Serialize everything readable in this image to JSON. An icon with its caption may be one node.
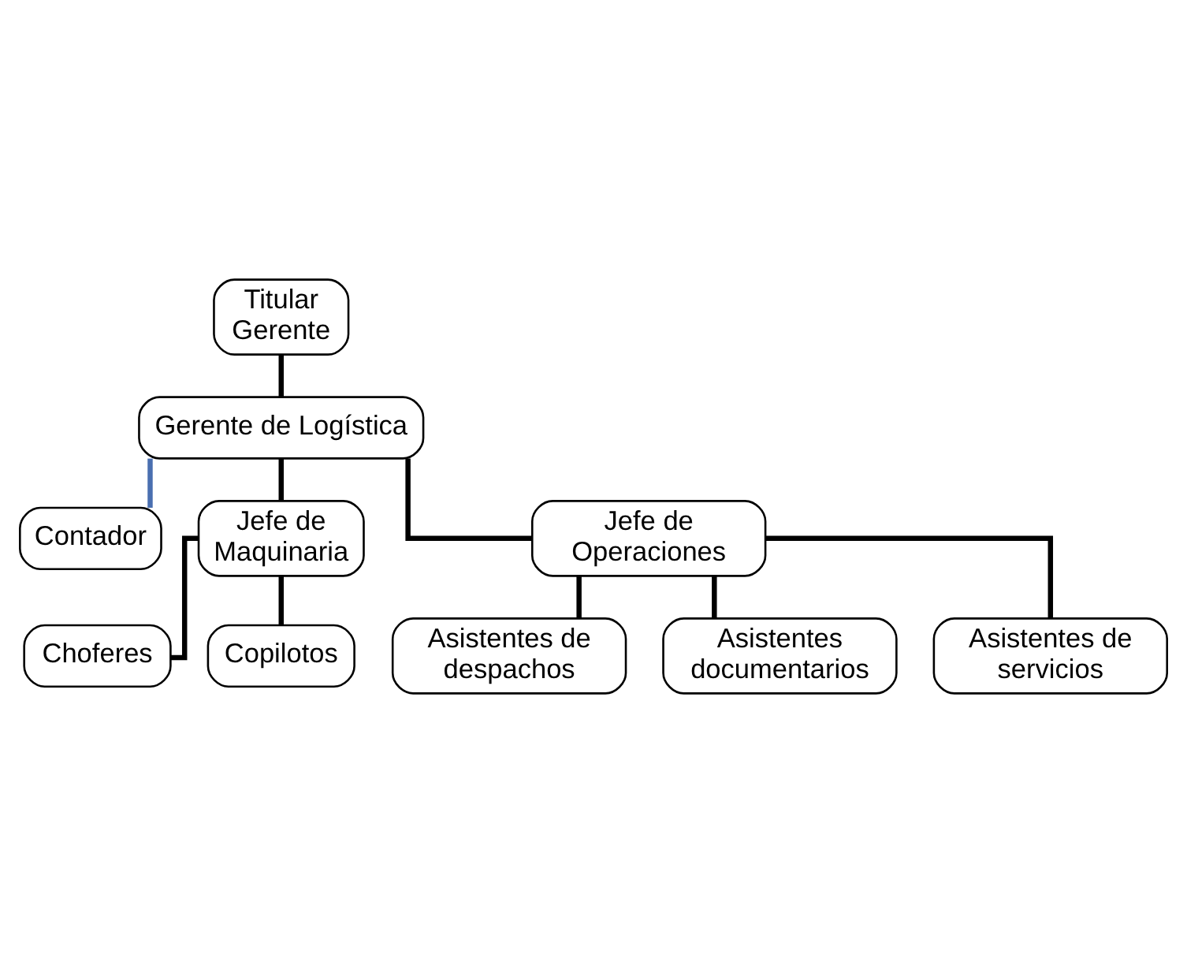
{
  "diagram": {
    "nodes": [
      {
        "text": [
          "Titular Gerente"
        ]
      },
      {
        "text": [
          "Gerente de Logística"
        ]
      },
      {
        "text": [
          "Contador"
        ]
      },
      {
        "text": [
          "Jefe de Maquinaria"
        ]
      },
      {
        "text": [
          "Jefe de Operaciones"
        ]
      },
      {
        "text": [
          "Choferes"
        ]
      },
      {
        "text": [
          "Copilotos"
        ]
      },
      {
        "text": [
          "Asistentes de despachos"
        ]
      },
      {
        "text": [
          "Asistentes documentarios"
        ]
      },
      {
        "text": [
          "Asistentes de servicios"
        ]
      }
    ],
    "edges": [
      {
        "from": 0,
        "to": 1,
        "arrow": "none"
      },
      {
        "from": 1,
        "to": 2,
        "arrow": "none",
        "color": "#4a6fb0"
      },
      {
        "from": 1,
        "to": 3,
        "arrow": "none"
      },
      {
        "from": 1,
        "to": 4,
        "arrow": "none"
      },
      {
        "from": 3,
        "to": 5,
        "arrow": "none"
      },
      {
        "from": 3,
        "to": 6,
        "arrow": "none"
      },
      {
        "from": 4,
        "to": 7,
        "arrow": "none"
      },
      {
        "from": 4,
        "to": 8,
        "arrow": "none"
      },
      {
        "from": 4,
        "to": 9,
        "arrow": "none"
      }
    ]
  }
}
